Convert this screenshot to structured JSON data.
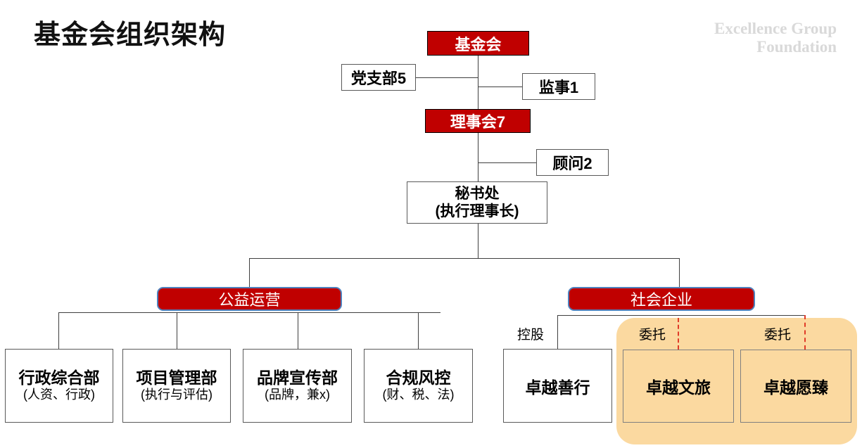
{
  "page": {
    "title": "基金会组织架构",
    "watermark_line1": "Excellence Group",
    "watermark_line2": "Foundation"
  },
  "colors": {
    "red": "#C00000",
    "division_border": "#4F81BD",
    "orange_panel": "#FBD9A0",
    "dashed_red": "#E03A28",
    "watermark_gray": "#D9D9D9"
  },
  "nodes": {
    "foundation": "基金会",
    "party_branch": "党支部5",
    "supervisor": "监事1",
    "board": "理事会7",
    "advisor": "顾问2",
    "secretariat_line1": "秘书处",
    "secretariat_line2": "(执行理事长)"
  },
  "divisions": {
    "public_welfare": "公益运营",
    "social_enterprise": "社会企业"
  },
  "departments": [
    {
      "name": "行政综合部",
      "sub": "(人资、行政)"
    },
    {
      "name": "项目管理部",
      "sub": "(执行与评估)"
    },
    {
      "name": "品牌宣传部",
      "sub": "(品牌，兼x)"
    },
    {
      "name": "合规风控",
      "sub": "(财、税、法)"
    }
  ],
  "enterprises": [
    {
      "name": "卓越善行",
      "relation": "控股",
      "style": "white"
    },
    {
      "name": "卓越文旅",
      "relation": "委托",
      "style": "orange"
    },
    {
      "name": "卓越愿臻",
      "relation": "委托",
      "style": "orange"
    }
  ]
}
